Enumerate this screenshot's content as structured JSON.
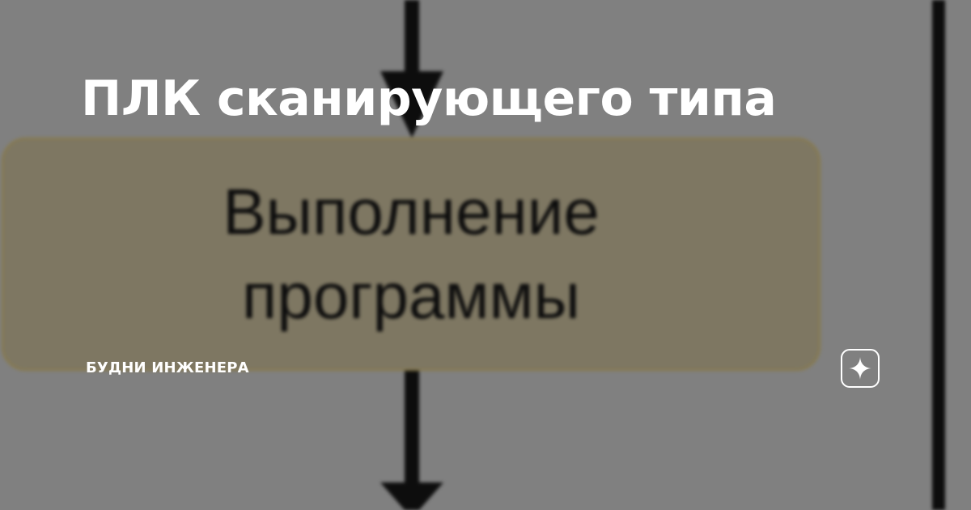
{
  "article": {
    "title": "ПЛК сканирующего типа",
    "channel": "БУДНИ ИНЖЕНЕРА"
  },
  "background_diagram": {
    "process_line_1": "Выполнение",
    "process_line_2": "программы"
  },
  "icons": {
    "logo": "zen-star-icon"
  },
  "colors": {
    "background": "#808080",
    "process_fill": "#7e7762",
    "process_border": "#8a7a45",
    "text_light": "#ffffff",
    "line_dark": "#0d0d0d"
  }
}
